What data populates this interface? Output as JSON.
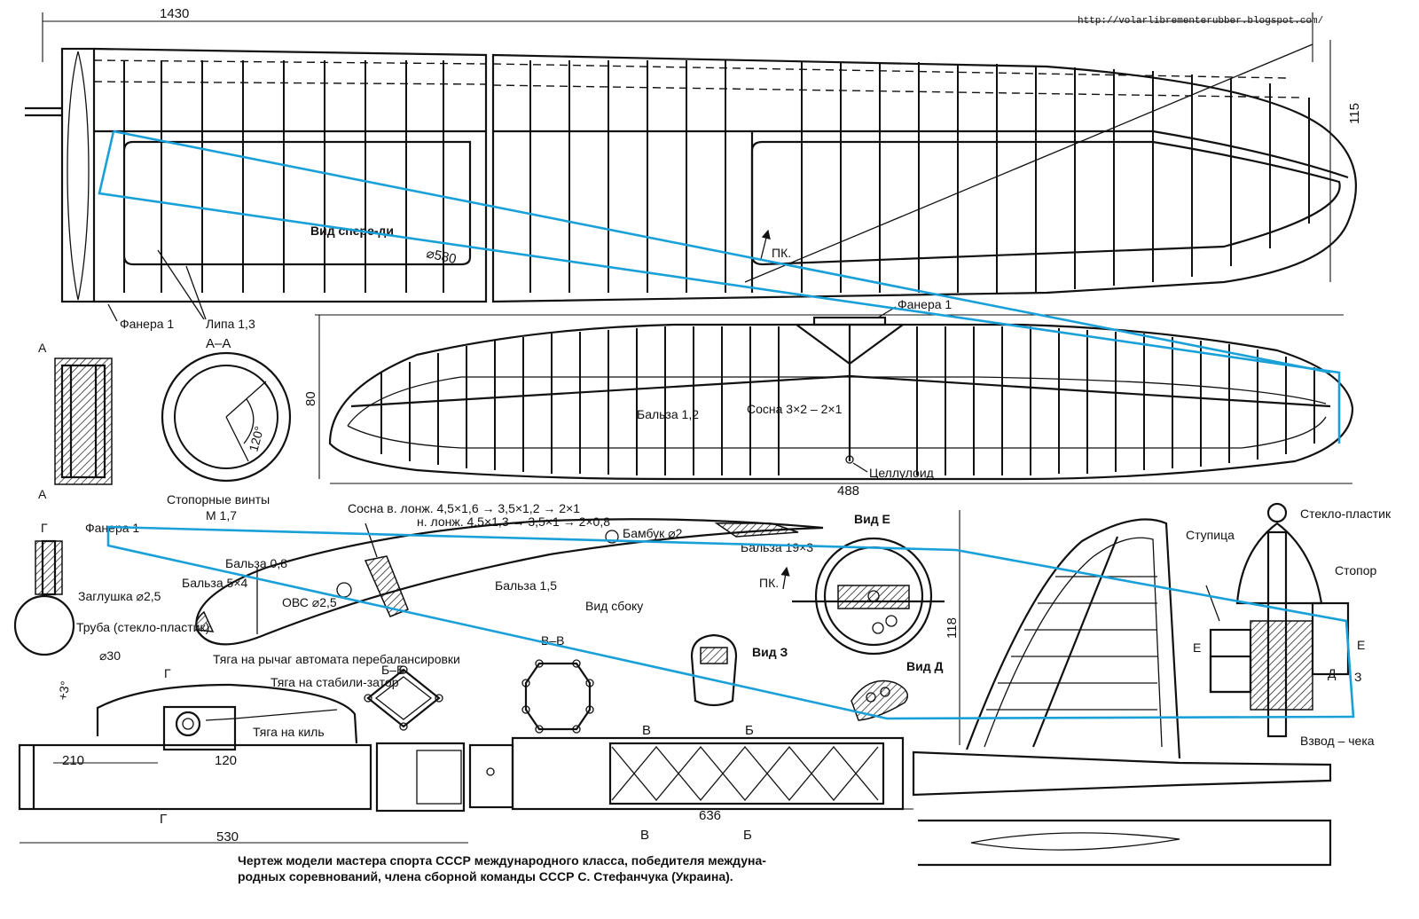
{
  "source_url": "http://volarlibrementerubber.blogspot.com/",
  "wing": {
    "span_dim": "1430",
    "chord_dim": "115",
    "front_view_label": "Вид спере-ди",
    "diameter_label": "⌀580",
    "pk_label": "ПК.",
    "plywood_label": "Фанера 1",
    "linden_label": "Липа 1,3"
  },
  "section_aa": {
    "marker": "А",
    "title": "А–А",
    "angle": "120°",
    "screws_label": "Стопорные винты",
    "screws_size": "М 1,7"
  },
  "stabilizer": {
    "plywood_label": "Фанера 1",
    "height_dim": "80",
    "span_dim": "488",
    "balsa_label": "Бальза 1,2",
    "pine_label": "Сосна 3×2 – 2×1",
    "celluloid_label": "Целлулоид"
  },
  "airfoil": {
    "upper_spar": "Сосна в. лонж. 4,5×1,6 → 3,5×1,2 → 2×1",
    "lower_spar": "н. лонж. 4,5×1,3 → 3,5×1 → 2×0,8",
    "bamboo_label": "Бамбук ⌀2",
    "balsa_19x3": "Бальза 19×3",
    "balsa_08": "Бальза 0,8",
    "balsa_5x4": "Бальза 5×4",
    "balsa_15": "Бальза 1,5",
    "ovs_label": "ОВС ⌀2,5",
    "side_view_label": "Вид сбоку"
  },
  "tube_detail": {
    "marker": "Г",
    "plywood_label": "Фанера 1",
    "plug_label": "Заглушка ⌀2,5",
    "tube_label": "Труба (стекло-пластик)",
    "tube_dia": "⌀30",
    "angle": "+3°"
  },
  "view_e": {
    "title": "Вид Е",
    "pk_label": "ПК."
  },
  "view_z": {
    "title": "Вид З"
  },
  "view_d": {
    "title": "Вид Д"
  },
  "section_bb": {
    "title": "Б–Б"
  },
  "section_vv": {
    "title": "В–В"
  },
  "pod": {
    "rod_automat": "Тяга на рычаг автомата перебалансировки",
    "rod_stab": "Тяга на стабили-затор",
    "rod_fin": "Тяга на киль",
    "marker": "Г"
  },
  "fuselage": {
    "dim_210": "210",
    "dim_120": "120",
    "dim_530": "530",
    "dim_636": "636",
    "marker_v": "В",
    "marker_b": "Б"
  },
  "fin": {
    "height_dim": "118"
  },
  "hub": {
    "fiberglass_label": "Стекло-пластик",
    "hub_label": "Ступица",
    "stopper_label": "Стопор",
    "cock_pin_label": "Взвод – чека",
    "marker_e": "Е",
    "marker_d": "Д",
    "marker_z": "З"
  },
  "caption": {
    "line1": "Чертеж модели мастера спорта СССР международного класса, победителя междуна-",
    "line2": "родных соревнований, члена сборной команды СССР С. Стефанчука (Украина)."
  }
}
